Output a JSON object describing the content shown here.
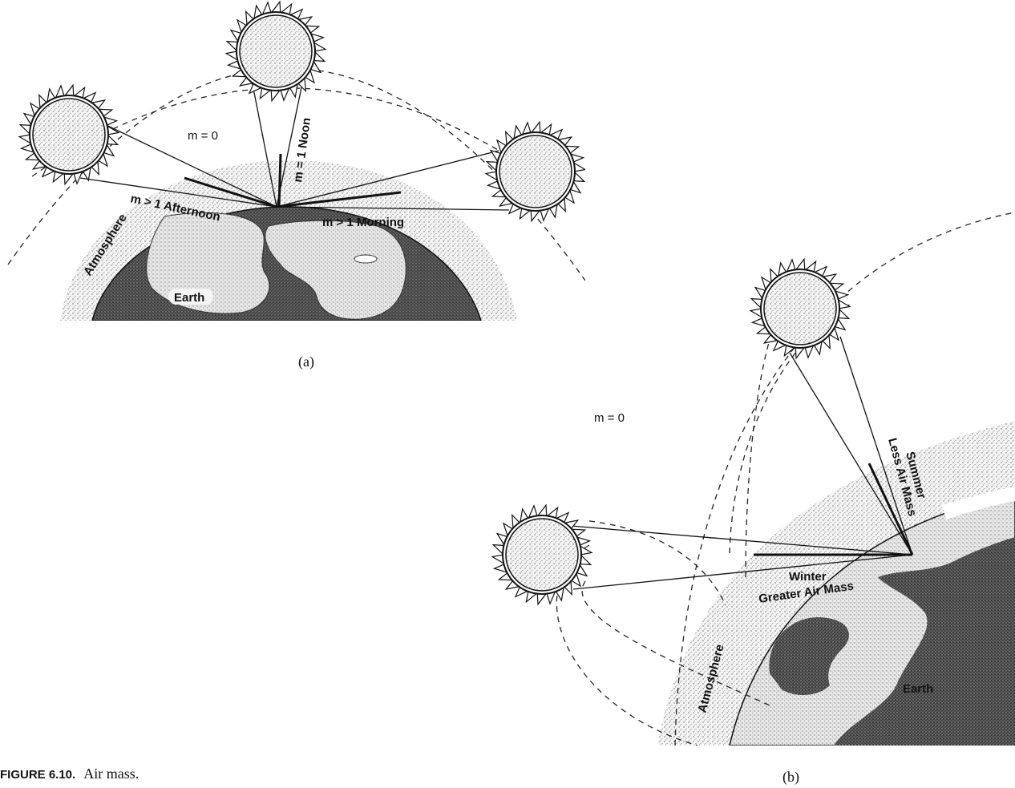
{
  "panel_a": {
    "m_zero": "m = 0",
    "noon": "m = 1 Noon",
    "afternoon": "m > 1 Afternoon",
    "morning": "m > 1 Morning",
    "atmosphere": "Atmosphere",
    "earth": "Earth",
    "caption": "(a)"
  },
  "panel_b": {
    "m_zero": "m = 0",
    "summer": "Summer",
    "summer_sub": "Less Air Mass",
    "winter": "Winter",
    "winter_sub": "Greater Air Mass",
    "atmosphere": "Atmosphere",
    "earth": "Earth",
    "caption": "(b)"
  },
  "figure": {
    "label": "FIGURE 6.10.",
    "title": "Air mass."
  }
}
